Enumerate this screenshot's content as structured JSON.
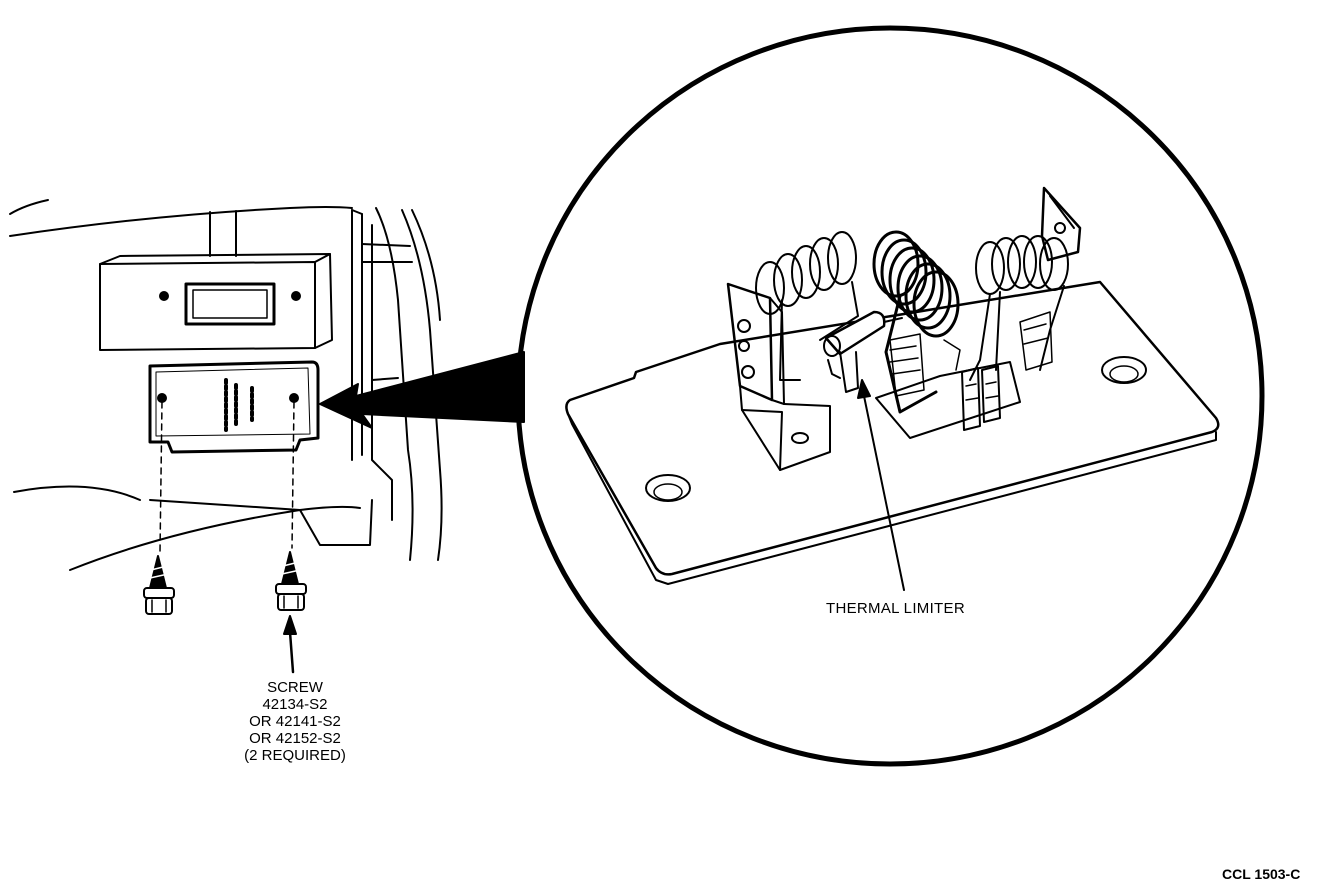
{
  "callouts": {
    "screw": {
      "lines": [
        "SCREW",
        "42134-S2",
        "OR 42141-S2",
        "OR 42152-S2",
        "(2 REQUIRED)"
      ]
    },
    "thermal_limiter": "THERMAL LIMITER"
  },
  "figure_id": "CCL 1503-C",
  "colors": {
    "ink": "#000000",
    "paper": "#ffffff"
  }
}
